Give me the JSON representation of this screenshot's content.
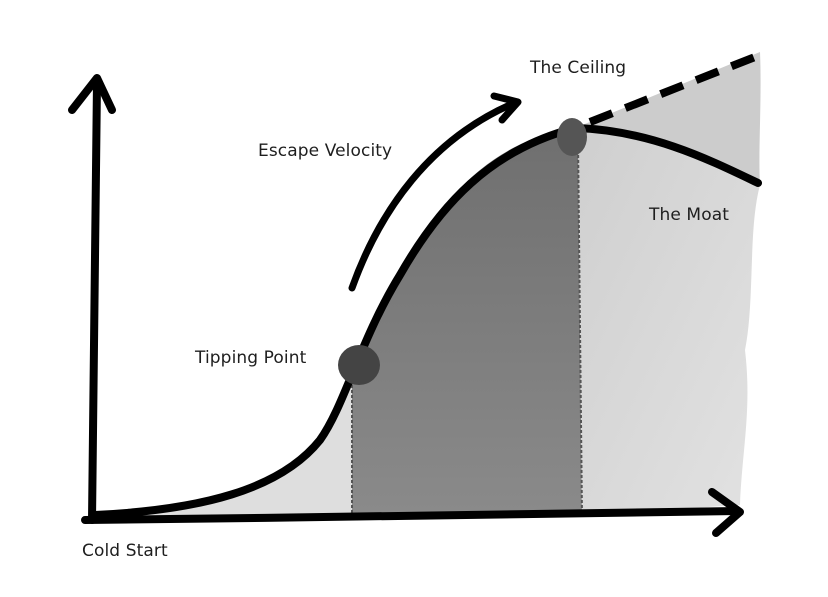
{
  "labels": {
    "ceiling": "The Ceiling",
    "escape_velocity": "Escape Velocity",
    "moat": "The Moat",
    "tipping_point": "Tipping Point",
    "cold_start": "Cold Start"
  },
  "colors": {
    "ink": "#000000",
    "region_light": "#dcdcdc",
    "region_dark": "#8f8f8f",
    "region_moat": "#d6d6d6",
    "marker": "#4a4a4a",
    "background": "#ffffff"
  }
}
